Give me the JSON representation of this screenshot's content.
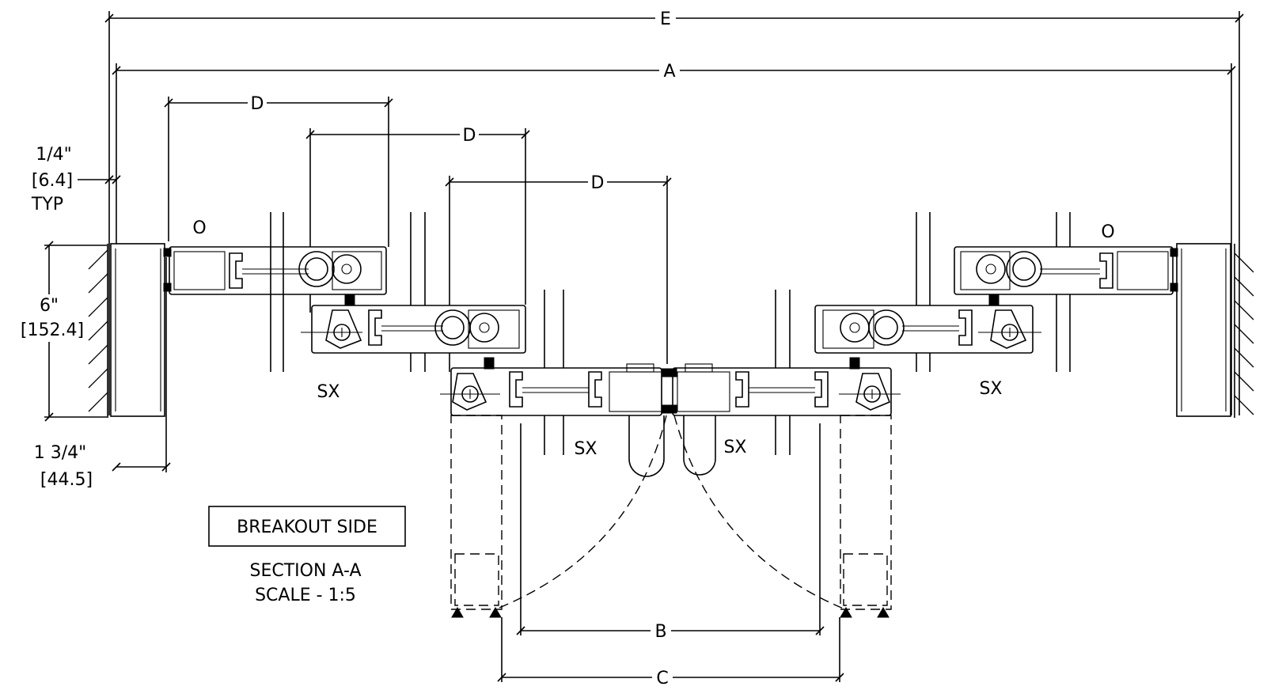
{
  "dimensions": {
    "overall": "E",
    "opening": "A",
    "panel_offset": "D",
    "clear_inner": "B",
    "clear_outer": "C"
  },
  "notes": {
    "gap_line1": "1/4\"",
    "gap_line2": "[6.4]",
    "gap_line3": "TYP",
    "depth_line1": "6\"",
    "depth_line2": "[152.4]",
    "stile_line1": "1 3/4\"",
    "stile_line2": "[44.5]"
  },
  "panel_labels": {
    "fixed": "O",
    "sliding": "SX"
  },
  "breakout_side": "BREAKOUT SIDE",
  "section": {
    "title": "SECTION A-A",
    "scale": "SCALE - 1:5"
  },
  "colors": {
    "line": "#000000",
    "background": "#ffffff"
  }
}
